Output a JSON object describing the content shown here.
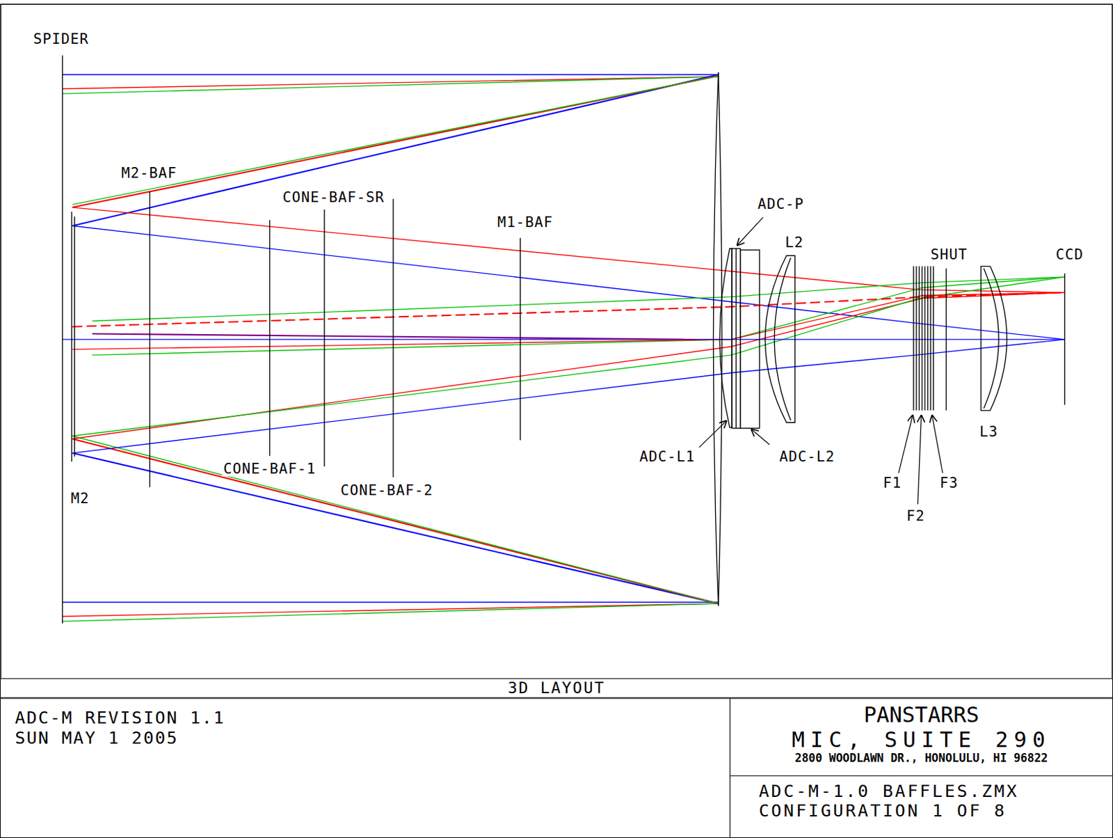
{
  "diagram": {
    "nodes": [
      {
        "text": [
          "3D LAYOUT"
        ]
      },
      {
        "text": [
          "ADC-M REVISION 1.1",
          "SUN MAY 1 2005"
        ]
      },
      {
        "text": [
          "PANSTARRS",
          "MIC, SUITE 290",
          "2800 WOODLAWN DR., HONOLULU, HI 96822"
        ]
      },
      {
        "text": [
          "ADC-M-1.0 BAFFLES.ZMX",
          "CONFIGURATION 1 OF 8"
        ]
      }
    ],
    "labels": [
      "SPIDER",
      "M2-BAF",
      "CONE-BAF-SR",
      "M1-BAF",
      "ADC-P",
      "L2",
      "SHUT",
      "CCD",
      "M2",
      "CONE-BAF-1",
      "CONE-BAF-2",
      "ADC-L1",
      "ADC-L2",
      "F1",
      "F3",
      "F2",
      "L3"
    ]
  }
}
